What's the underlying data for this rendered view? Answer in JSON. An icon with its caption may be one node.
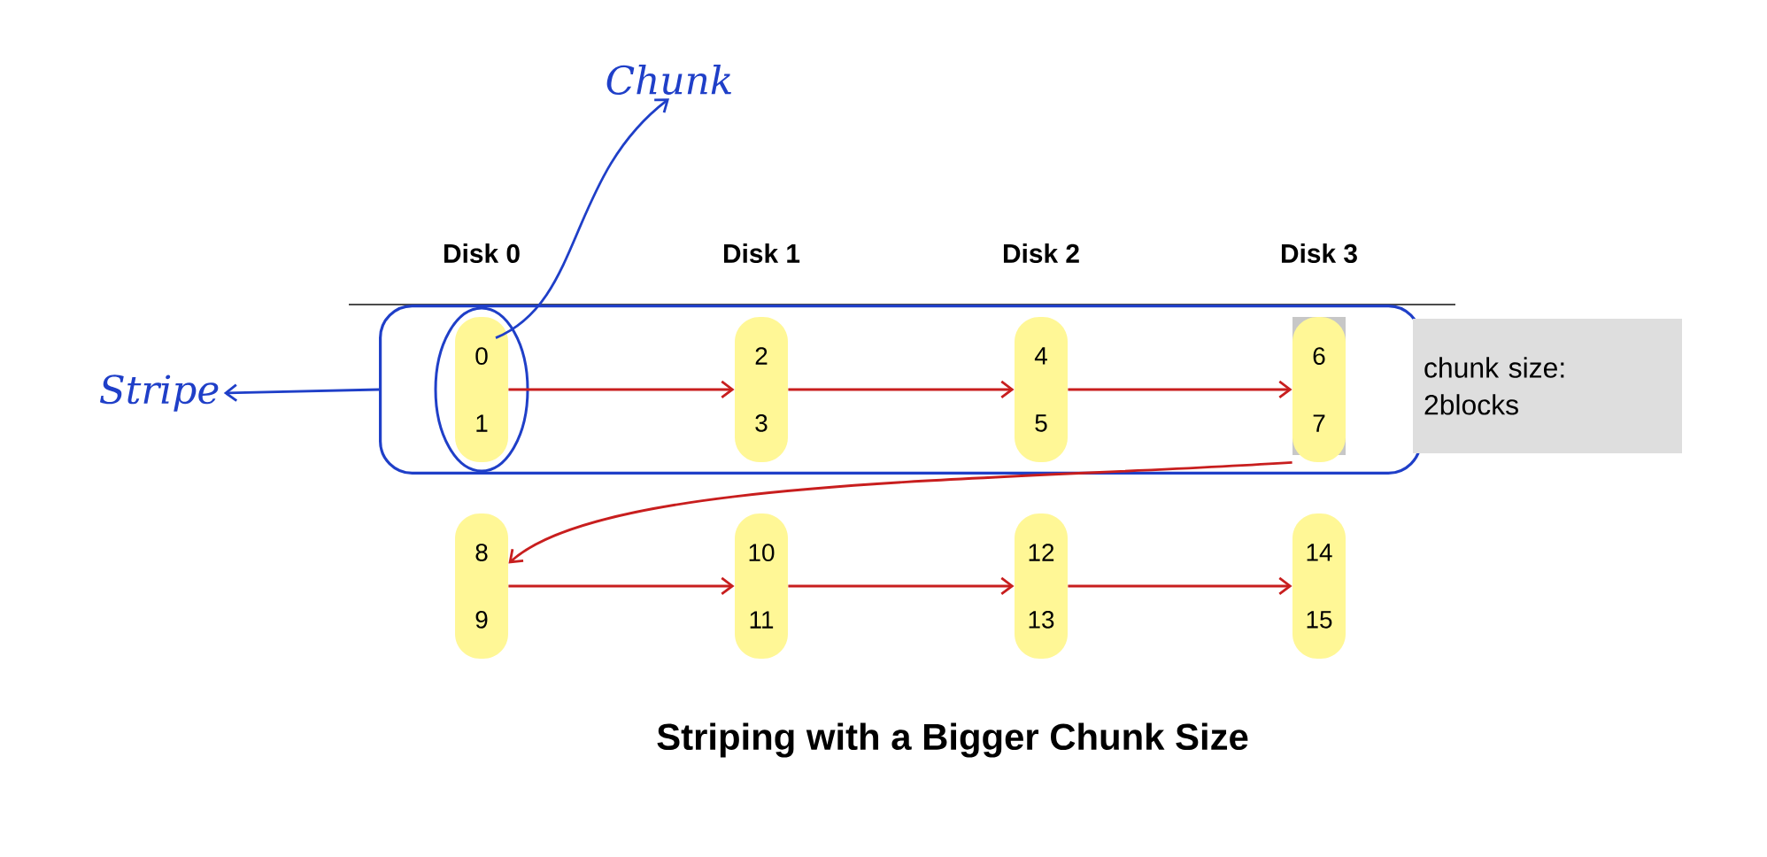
{
  "diagram": {
    "caption": "Striping with a Bigger Chunk Size",
    "nodes": [
      {
        "text": [],
        "shape": "box"
      },
      {
        "text": [
          "0",
          "1"
        ],
        "in": 0
      },
      {
        "text": [
          "2",
          "3"
        ],
        "in": 0
      },
      {
        "text": [
          "4",
          "5"
        ],
        "in": 0
      },
      {
        "text": [
          "6",
          "7"
        ],
        "in": 0
      },
      {
        "text": [
          "8",
          "9"
        ]
      },
      {
        "text": [
          "10",
          "11"
        ]
      },
      {
        "text": [
          "12",
          "13"
        ]
      },
      {
        "text": [
          "14",
          "15"
        ]
      },
      {
        "text": [
          "Stripe"
        ]
      },
      {
        "text": [
          "Chunk"
        ]
      },
      {
        "text": [
          "chunk size: 2blocks"
        ]
      }
    ],
    "edges": [
      {
        "from": 0,
        "to": 9,
        "arrow": "to",
        "color": "#1f3fc8"
      },
      {
        "from": 1,
        "to": 10,
        "arrow": "to",
        "color": "#1f3fc8"
      },
      {
        "from": 1,
        "to": 2,
        "arrow": "to"
      },
      {
        "from": 2,
        "to": 3,
        "arrow": "to"
      },
      {
        "from": 3,
        "to": 4,
        "arrow": "to"
      },
      {
        "from": 4,
        "to": 5,
        "arrow": "to"
      },
      {
        "from": 5,
        "to": 6,
        "arrow": "to"
      },
      {
        "from": 6,
        "to": 7,
        "arrow": "to"
      },
      {
        "from": 7,
        "to": 8,
        "arrow": "to"
      }
    ],
    "labels": [
      "Disk 0",
      "Disk 1",
      "Disk 2",
      "Disk 3"
    ]
  }
}
